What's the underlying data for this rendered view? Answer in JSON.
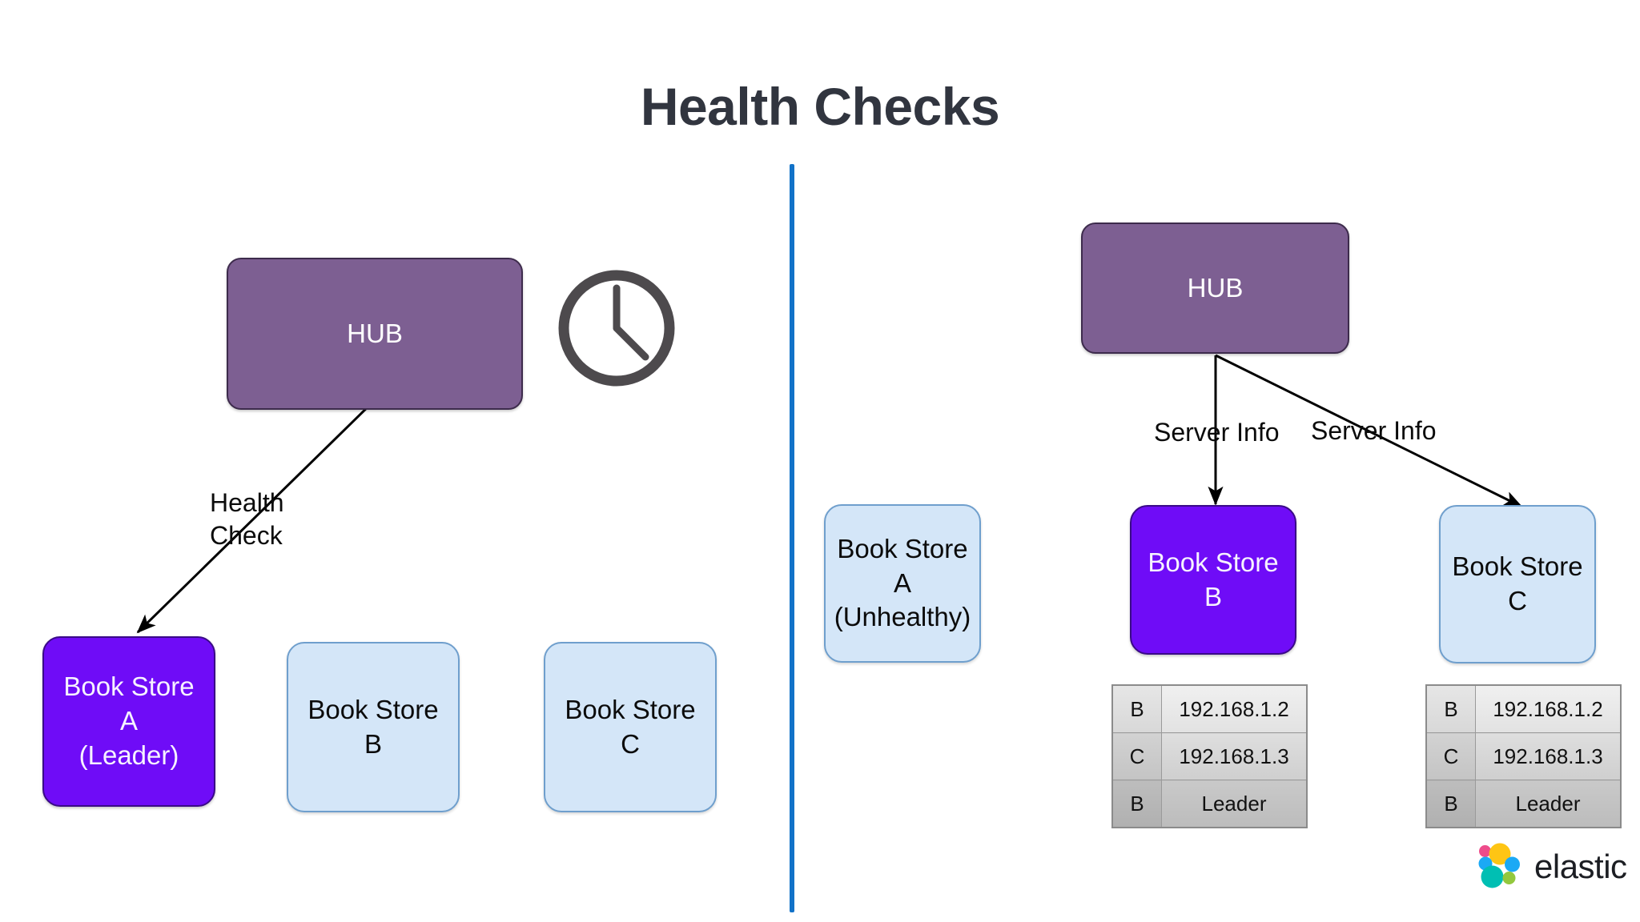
{
  "page": {
    "title": "Health Checks",
    "background": "#ffffff",
    "title_color": "#31353f",
    "divider_color": "#1272c8"
  },
  "colors": {
    "hub_fill": "#7d5f92",
    "hub_border": "#3d2b4c",
    "blue_fill": "#d4e6f8",
    "blue_border": "#6f9fcd",
    "purple_fill": "#6f0cf7",
    "purple_border": "#3a0a88",
    "clock_stroke": "#4d4a4d",
    "arrow": "#000000"
  },
  "left_panel": {
    "hub": {
      "label": "HUB"
    },
    "clock_icon": "clock-icon",
    "edge_label": "Health\nCheck",
    "nodes": [
      {
        "label": "Book Store\nA\n(Leader)",
        "style": "purple"
      },
      {
        "label": "Book Store\nB",
        "style": "blue"
      },
      {
        "label": "Book Store\nC",
        "style": "blue"
      }
    ]
  },
  "right_panel": {
    "hub": {
      "label": "HUB"
    },
    "edge_labels": [
      "Server Info",
      "Server Info"
    ],
    "nodes": [
      {
        "label": "Book Store\nA\n(Unhealthy)",
        "style": "blue"
      },
      {
        "label": "Book Store\nB",
        "style": "purple"
      },
      {
        "label": "Book Store\nC",
        "style": "blue"
      }
    ],
    "tables": [
      {
        "rows": [
          {
            "key": "B",
            "value": "192.168.1.2"
          },
          {
            "key": "C",
            "value": "192.168.1.3"
          },
          {
            "key": "B",
            "value": "Leader"
          }
        ]
      },
      {
        "rows": [
          {
            "key": "B",
            "value": "192.168.1.2"
          },
          {
            "key": "C",
            "value": "192.168.1.3"
          },
          {
            "key": "B",
            "value": "Leader"
          }
        ]
      }
    ]
  },
  "branding": {
    "wordmark": "elastic"
  }
}
